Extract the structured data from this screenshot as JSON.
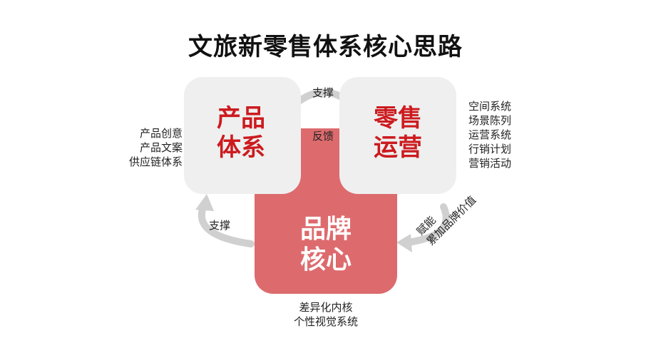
{
  "title": "文旅新零售体系核心思路",
  "boxes": {
    "product": [
      "产品",
      "体系"
    ],
    "retail": [
      "零售",
      "运营"
    ],
    "brand": [
      "品牌",
      "核心"
    ]
  },
  "lists": {
    "product": [
      "产品创意",
      "产品文案",
      "供应链体系"
    ],
    "retail": [
      "空间系统",
      "场景陈列",
      "运营系统",
      "行销计划",
      "营销活动"
    ],
    "brand": [
      "差异化内核",
      "个性视觉系统"
    ]
  },
  "arrows": {
    "support_top": "支撑",
    "feedback": "反馈",
    "support_left": "支撑",
    "empower": [
      "赋能",
      "累加品牌价值"
    ]
  },
  "colors": {
    "title": "#111111",
    "accent_red": "#cc1b1f",
    "brand_fill": "#dd6b6e",
    "box_fill": "#efefef",
    "arrow": "#c8c8c8"
  }
}
